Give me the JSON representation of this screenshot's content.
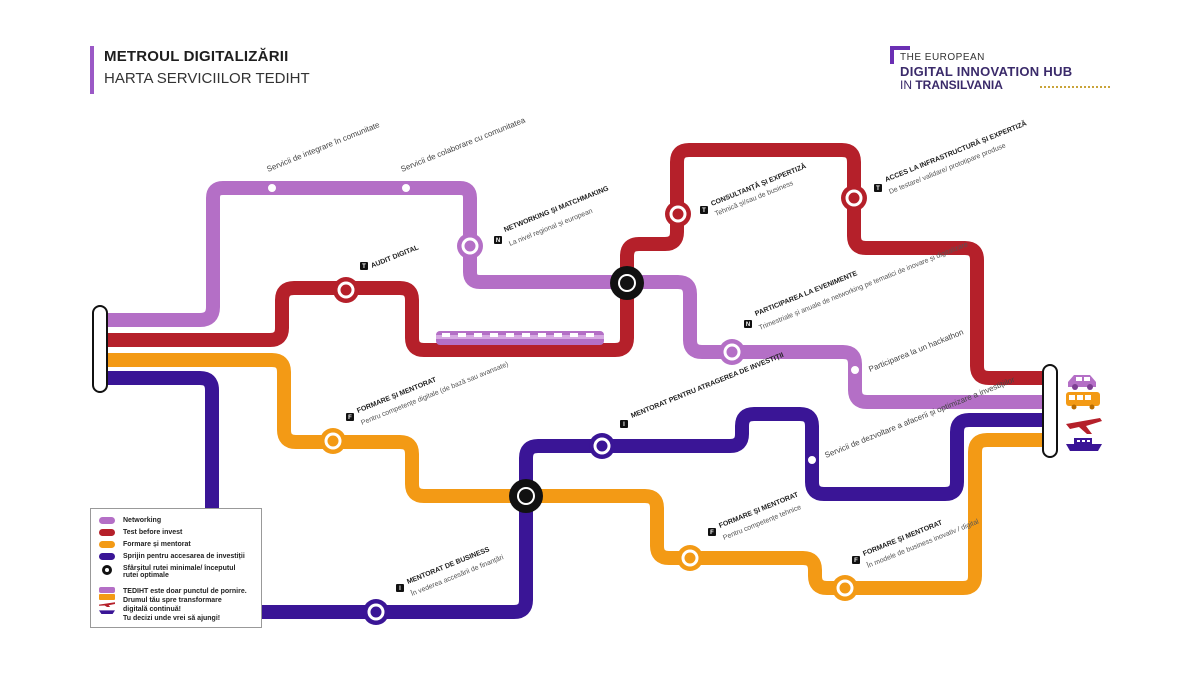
{
  "header": {
    "title": "METROUL DIGITALIZĂRII",
    "subtitle": "HARTA SERVICIILOR TEDIHT"
  },
  "logo": {
    "line1": "THE EUROPEAN",
    "line2": "DIGITAL INNOVATION HUB",
    "line3_prefix": "IN",
    "line3_main": "TRANSILVANIA"
  },
  "colors": {
    "networking": "#b46fc6",
    "test_before_invest": "#b5202a",
    "formare": "#f39a15",
    "investitii": "#3a1596",
    "hub": "#111111"
  },
  "stations": {
    "integrare": "Servicii de integrare în comunitate",
    "colaborare": "Servicii de colaborare cu comunitatea",
    "networking_title": "NETWORKING ȘI MATCHMAKING",
    "networking_sub": "La nivel regional și european",
    "audit_title": "AUDIT DIGITAL",
    "consultanta_title": "CONSULTANȚĂ ȘI EXPERTIZĂ",
    "consultanta_sub": "Tehnică și/sau de business",
    "acces_title": "ACCES LA INFRASTRUCTURĂ ȘI EXPERTIZĂ",
    "acces_sub": "De testare/ validare/ prototipare produse",
    "evenimente_title": "PARTICIPAREA LA EVENIMENTE",
    "evenimente_sub": "Trimestriale și anuale de networking pe tematici de inovare și digitalizare",
    "hackathon": "Participarea la un hackathon",
    "formare1_title": "FORMARE ȘI MENTORAT",
    "formare1_sub": "Pentru competențe digitale (de bază sau avansate)",
    "mentorat_inv_title": "MENTORAT PENTRU ATRAGEREA DE INVESTIȚII",
    "dezvoltare": "Servicii de dezvoltare a afacerii și optimizare a investițiilor",
    "mentorat_biz_title": "MENTORAT DE BUSINESS",
    "mentorat_biz_sub": "În vederea accesării de finanțări",
    "formare2_title": "FORMARE ȘI MENTORAT",
    "formare2_sub": "Pentru competențe tehnice",
    "formare3_title": "FORMARE ȘI MENTORAT",
    "formare3_sub": "În modele de business inovativ / digital"
  },
  "badges": {
    "T": "T",
    "N": "N",
    "F": "F",
    "I": "I"
  },
  "legend": {
    "networking": "Networking",
    "test": "Test before invest",
    "formare": "Formare și mentorat",
    "investitii": "Sprijin pentru accesarea de investiții",
    "hub_line1": "Sfârșitul rutei minimale/ începutul",
    "hub_line2": "rutei optimale",
    "dest1": "TEDIHT este doar punctul de pornire.",
    "dest2": "Drumul tău spre transformare",
    "dest3": "digitală continuă!",
    "dest4": "Tu decizi unde vrei să ajungi!"
  },
  "icons": [
    "car-icon",
    "bus-icon",
    "plane-icon",
    "ship-icon",
    "train-icon"
  ]
}
